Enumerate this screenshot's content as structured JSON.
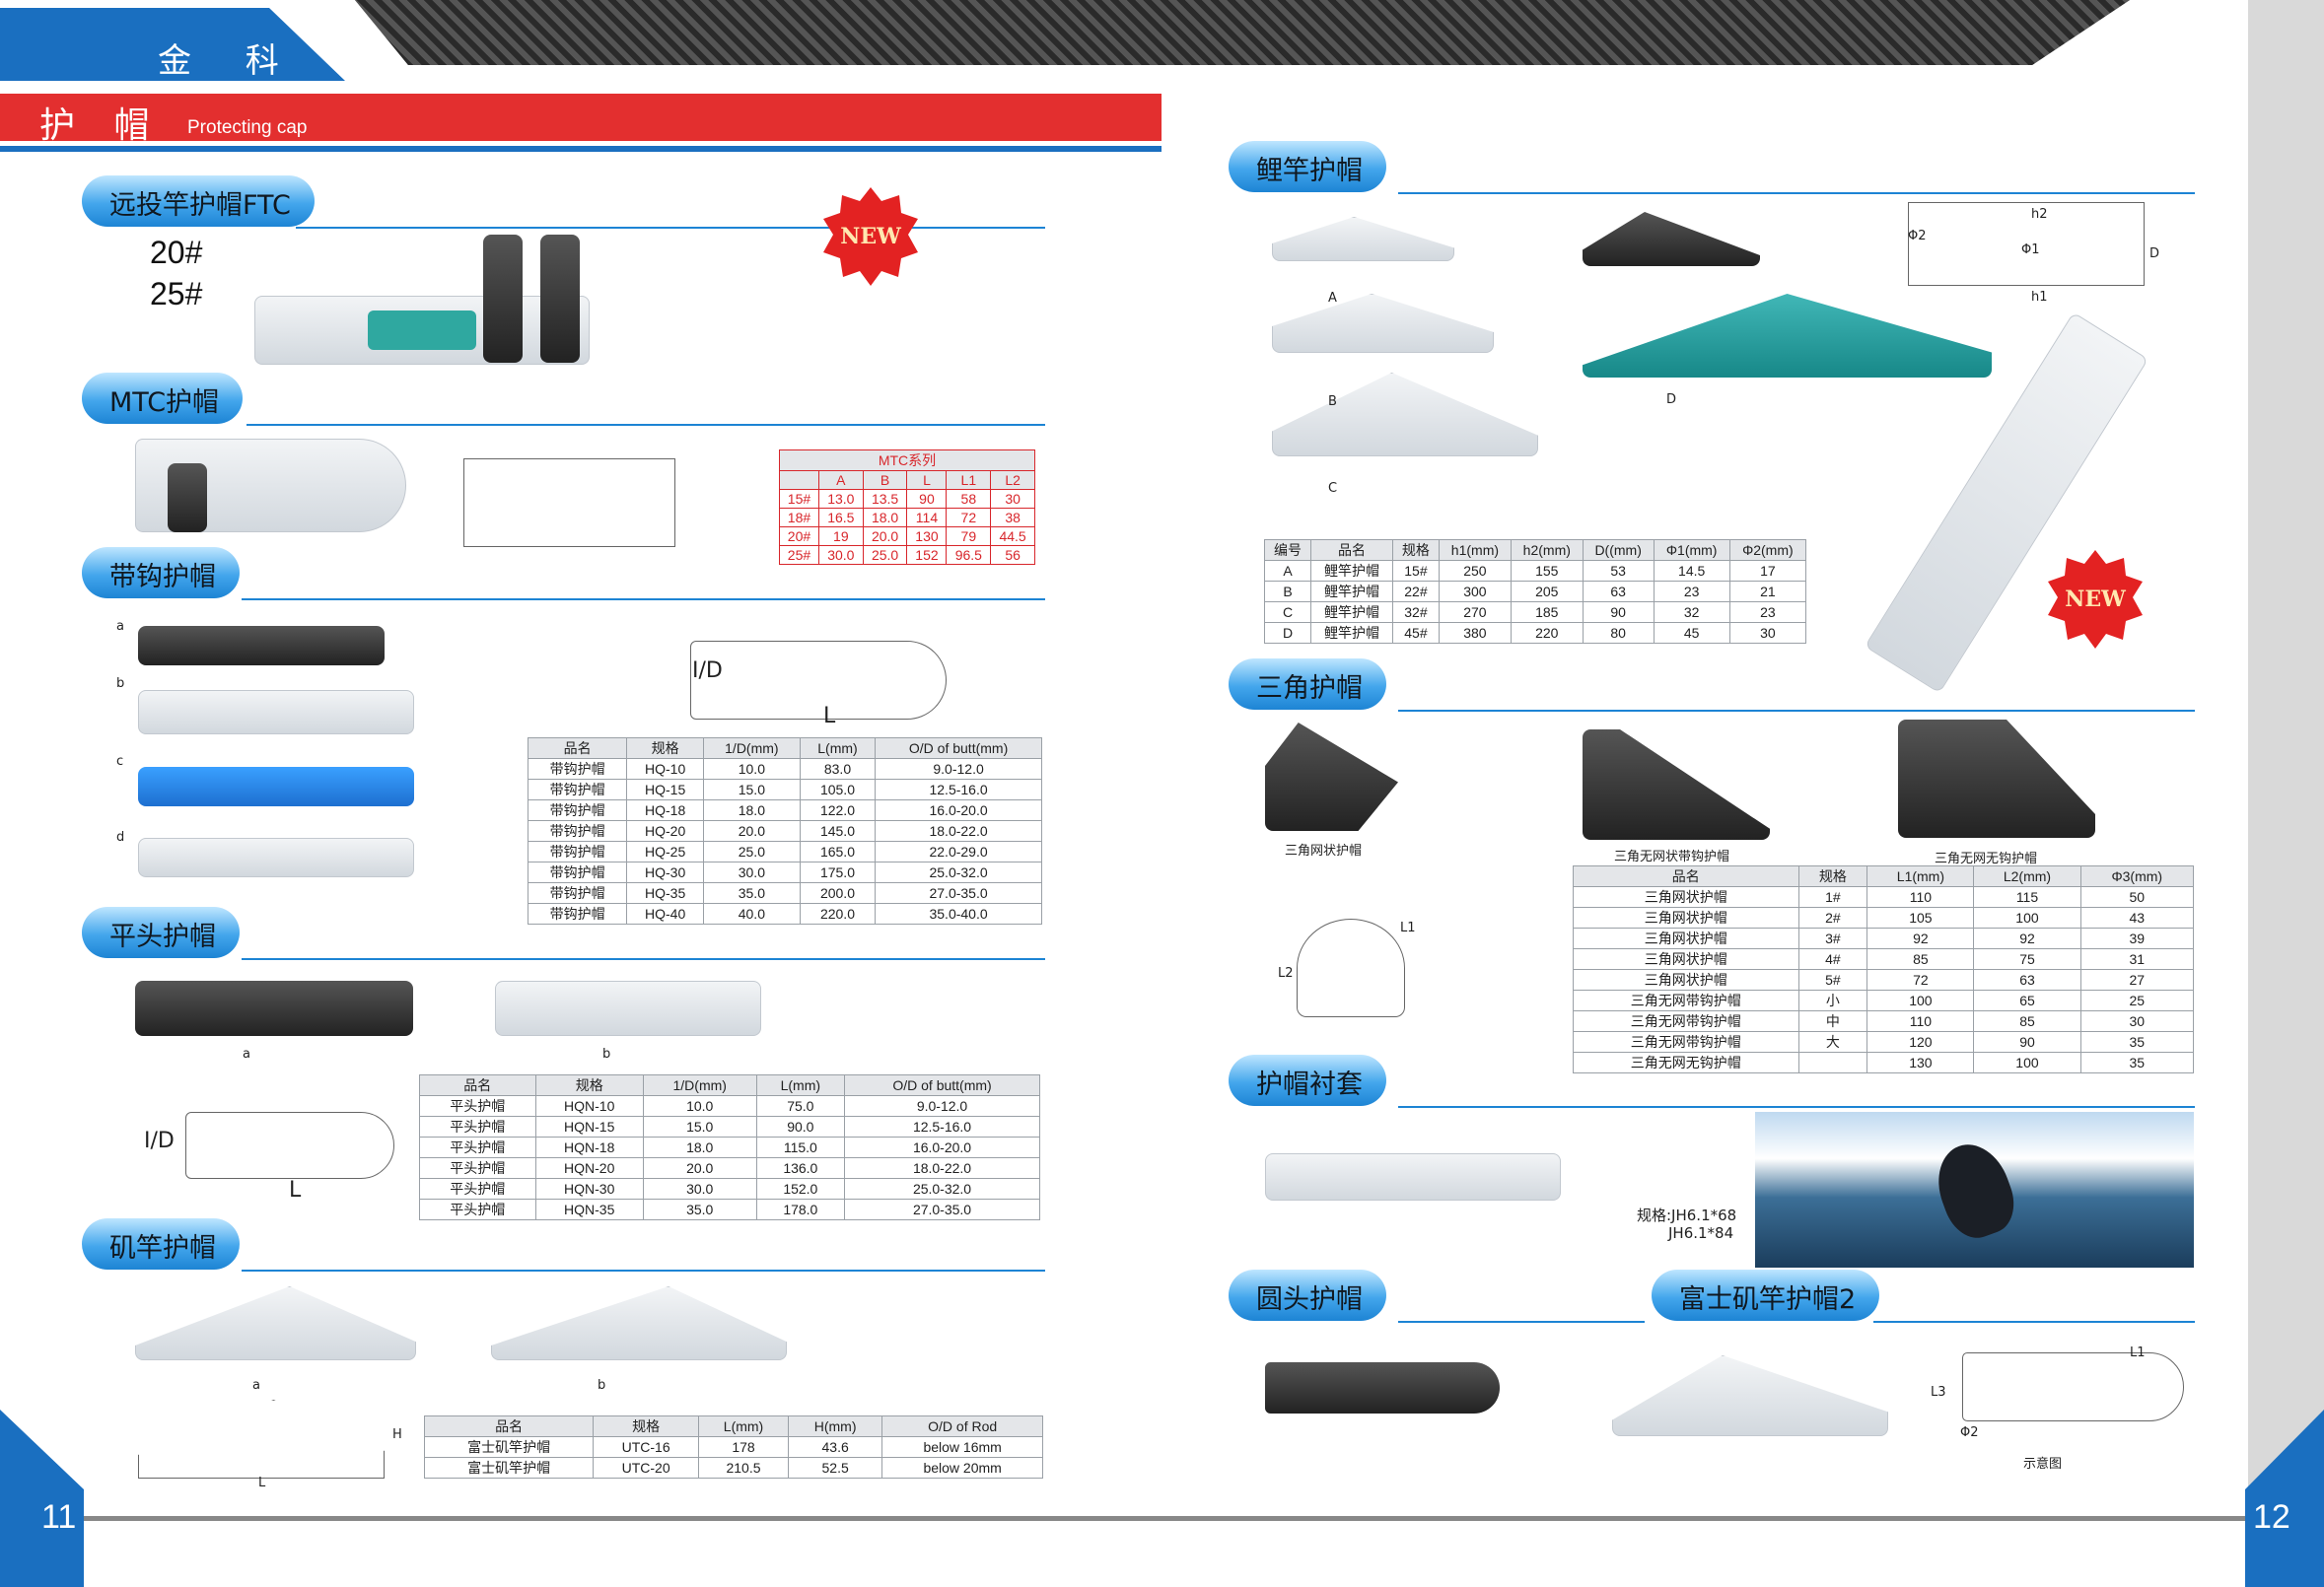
{
  "header": {
    "brand": "金 科",
    "title": "护 帽",
    "subtitle": "Protecting cap"
  },
  "pages": {
    "left": "11",
    "right": "12"
  },
  "badge_new": "NEW",
  "ftc": {
    "title": "远投竿护帽FTC",
    "sizes": [
      "20#",
      "25#"
    ]
  },
  "mtc": {
    "title": "MTC护帽",
    "table": {
      "caption": "MTC系列",
      "cols": [
        "",
        "A",
        "B",
        "L",
        "L1",
        "L2"
      ],
      "rows": [
        [
          "15#",
          "13.0",
          "13.5",
          "90",
          "58",
          "30"
        ],
        [
          "18#",
          "16.5",
          "18.0",
          "114",
          "72",
          "38"
        ],
        [
          "20#",
          "19",
          "20.0",
          "130",
          "79",
          "44.5"
        ],
        [
          "25#",
          "30.0",
          "25.0",
          "152",
          "96.5",
          "56"
        ]
      ]
    }
  },
  "hook": {
    "title": "带钩护帽",
    "labels": [
      "a",
      "b",
      "c",
      "d"
    ],
    "dim_id": "I/D",
    "dim_l": "L",
    "table": {
      "cols": [
        "品名",
        "规格",
        "1/D(mm)",
        "L(mm)",
        "O/D of butt(mm)"
      ],
      "rows": [
        [
          "带钩护帽",
          "HQ-10",
          "10.0",
          "83.0",
          "9.0-12.0"
        ],
        [
          "带钩护帽",
          "HQ-15",
          "15.0",
          "105.0",
          "12.5-16.0"
        ],
        [
          "带钩护帽",
          "HQ-18",
          "18.0",
          "122.0",
          "16.0-20.0"
        ],
        [
          "带钩护帽",
          "HQ-20",
          "20.0",
          "145.0",
          "18.0-22.0"
        ],
        [
          "带钩护帽",
          "HQ-25",
          "25.0",
          "165.0",
          "22.0-29.0"
        ],
        [
          "带钩护帽",
          "HQ-30",
          "30.0",
          "175.0",
          "25.0-32.0"
        ],
        [
          "带钩护帽",
          "HQ-35",
          "35.0",
          "200.0",
          "27.0-35.0"
        ],
        [
          "带钩护帽",
          "HQ-40",
          "40.0",
          "220.0",
          "35.0-40.0"
        ]
      ]
    }
  },
  "flat": {
    "title": "平头护帽",
    "labels": [
      "a",
      "b"
    ],
    "dim_id": "I/D",
    "dim_l": "L",
    "table": {
      "cols": [
        "品名",
        "规格",
        "1/D(mm)",
        "L(mm)",
        "O/D of butt(mm)"
      ],
      "rows": [
        [
          "平头护帽",
          "HQN-10",
          "10.0",
          "75.0",
          "9.0-12.0"
        ],
        [
          "平头护帽",
          "HQN-15",
          "15.0",
          "90.0",
          "12.5-16.0"
        ],
        [
          "平头护帽",
          "HQN-18",
          "18.0",
          "115.0",
          "16.0-20.0"
        ],
        [
          "平头护帽",
          "HQN-20",
          "20.0",
          "136.0",
          "18.0-22.0"
        ],
        [
          "平头护帽",
          "HQN-30",
          "30.0",
          "152.0",
          "25.0-32.0"
        ],
        [
          "平头护帽",
          "HQN-35",
          "35.0",
          "178.0",
          "27.0-35.0"
        ]
      ]
    }
  },
  "boat": {
    "title": "矶竿护帽",
    "labels": [
      "a",
      "b"
    ],
    "dim_h": "H",
    "dim_l": "L",
    "table": {
      "cols": [
        "品名",
        "规格",
        "L(mm)",
        "H(mm)",
        "O/D of Rod"
      ],
      "rows": [
        [
          "富士矶竿护帽",
          "UTC-16",
          "178",
          "43.6",
          "below 16mm"
        ],
        [
          "富士矶竿护帽",
          "UTC-20",
          "210.5",
          "52.5",
          "below 20mm"
        ]
      ]
    }
  },
  "carp": {
    "title": "鲤竿护帽",
    "labels": [
      "A",
      "B",
      "C",
      "D"
    ],
    "dim": [
      "h2",
      "Φ1",
      "Φ2",
      "h1",
      "D"
    ],
    "table": {
      "cols": [
        "编号",
        "品名",
        "规格",
        "h1(mm)",
        "h2(mm)",
        "D((mm)",
        "Φ1(mm)",
        "Φ2(mm)"
      ],
      "rows": [
        [
          "A",
          "鲤竿护帽",
          "15#",
          "250",
          "155",
          "53",
          "14.5",
          "17"
        ],
        [
          "B",
          "鲤竿护帽",
          "22#",
          "300",
          "205",
          "63",
          "23",
          "21"
        ],
        [
          "C",
          "鲤竿护帽",
          "32#",
          "270",
          "185",
          "90",
          "32",
          "23"
        ],
        [
          "D",
          "鲤竿护帽",
          "45#",
          "380",
          "220",
          "80",
          "45",
          "30"
        ]
      ]
    }
  },
  "tri": {
    "title": "三角护帽",
    "captions": [
      "三角网状护帽",
      "三角无网状带钩护帽",
      "三角无网无钩护帽"
    ],
    "dim": [
      "L1",
      "L2"
    ],
    "table": {
      "cols": [
        "品名",
        "规格",
        "L1(mm)",
        "L2(mm)",
        "Φ3(mm)"
      ],
      "rows": [
        [
          "三角网状护帽",
          "1#",
          "110",
          "115",
          "50"
        ],
        [
          "三角网状护帽",
          "2#",
          "105",
          "100",
          "43"
        ],
        [
          "三角网状护帽",
          "3#",
          "92",
          "92",
          "39"
        ],
        [
          "三角网状护帽",
          "4#",
          "85",
          "75",
          "31"
        ],
        [
          "三角网状护帽",
          "5#",
          "72",
          "63",
          "27"
        ],
        [
          "三角无网带钩护帽",
          "小",
          "100",
          "65",
          "25"
        ],
        [
          "三角无网带钩护帽",
          "中",
          "110",
          "85",
          "30"
        ],
        [
          "三角无网带钩护帽",
          "大",
          "120",
          "90",
          "35"
        ],
        [
          "三角无网无钩护帽",
          "",
          "130",
          "100",
          "35"
        ]
      ]
    }
  },
  "sleeve": {
    "title": "护帽衬套",
    "spec1": "规格:JH6.1*68",
    "spec2": "JH6.1*84"
  },
  "round": {
    "title": "圆头护帽"
  },
  "fuji2": {
    "title": "富士矶竿护帽2",
    "dim": [
      "L1",
      "L3",
      "Φ2"
    ],
    "caption": "示意图"
  }
}
